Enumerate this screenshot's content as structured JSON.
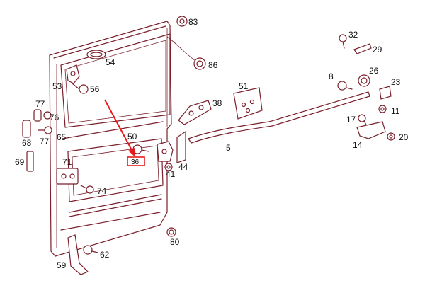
{
  "colors": {
    "line_art": "#7a1f2b",
    "highlight": "#e8191b",
    "label": "#111111"
  },
  "callouts": [
    {
      "id": "83",
      "label": "83"
    },
    {
      "id": "54",
      "label": "54"
    },
    {
      "id": "86",
      "label": "86"
    },
    {
      "id": "53",
      "label": "53"
    },
    {
      "id": "56",
      "label": "56"
    },
    {
      "id": "77a",
      "label": "77"
    },
    {
      "id": "77b",
      "label": "77"
    },
    {
      "id": "76",
      "label": "76"
    },
    {
      "id": "65",
      "label": "65"
    },
    {
      "id": "68",
      "label": "68"
    },
    {
      "id": "69",
      "label": "69"
    },
    {
      "id": "71",
      "label": "71"
    },
    {
      "id": "74",
      "label": "74"
    },
    {
      "id": "50",
      "label": "50"
    },
    {
      "id": "41",
      "label": "41"
    },
    {
      "id": "44",
      "label": "44"
    },
    {
      "id": "38",
      "label": "38"
    },
    {
      "id": "51",
      "label": "51"
    },
    {
      "id": "5",
      "label": "5"
    },
    {
      "id": "80",
      "label": "80"
    },
    {
      "id": "62",
      "label": "62"
    },
    {
      "id": "59",
      "label": "59"
    },
    {
      "id": "32",
      "label": "32"
    },
    {
      "id": "29",
      "label": "29"
    },
    {
      "id": "8",
      "label": "8"
    },
    {
      "id": "26",
      "label": "26"
    },
    {
      "id": "23",
      "label": "23"
    },
    {
      "id": "11",
      "label": "11"
    },
    {
      "id": "17",
      "label": "17"
    },
    {
      "id": "14",
      "label": "14"
    },
    {
      "id": "20",
      "label": "20"
    }
  ],
  "highlighted_callout": {
    "label": "36"
  }
}
